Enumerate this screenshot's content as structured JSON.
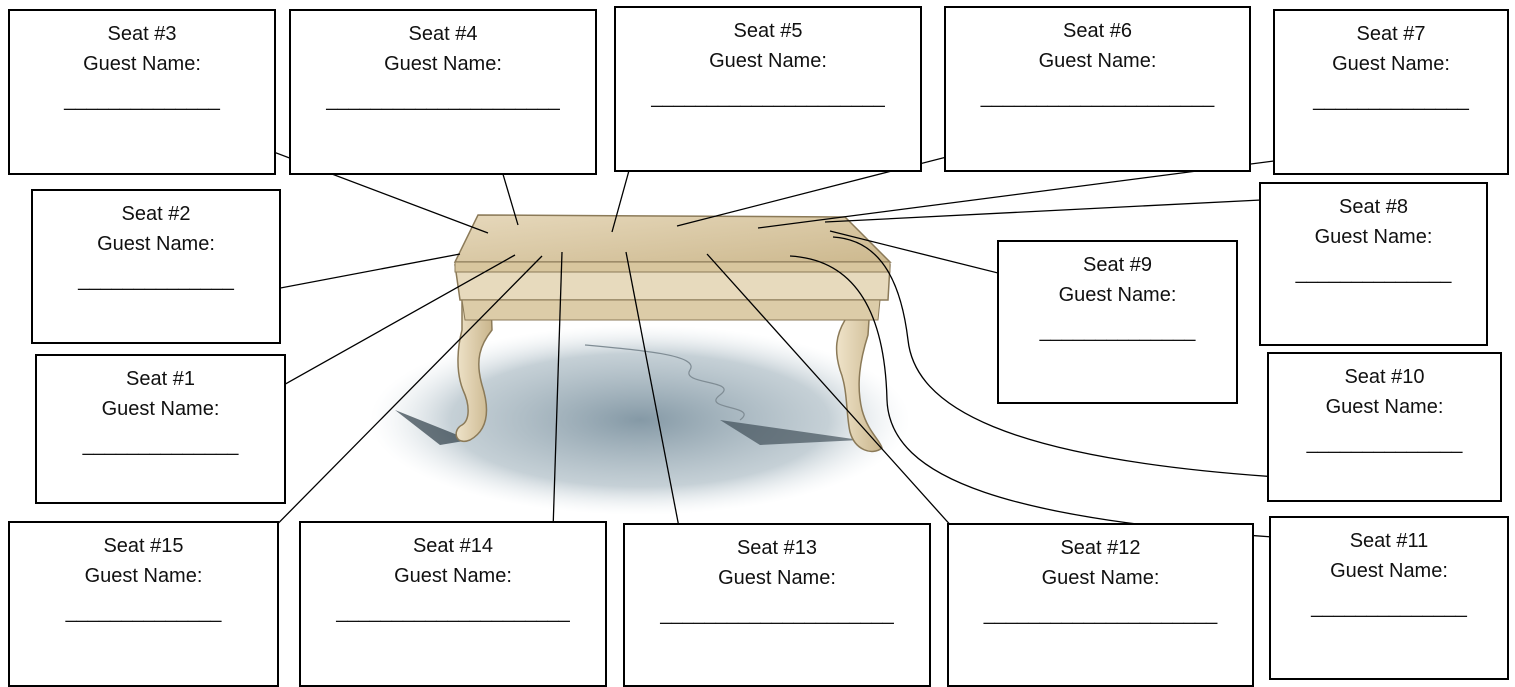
{
  "seats": [
    {
      "title": "Seat #3",
      "label": "Guest Name:",
      "blank": "______________"
    },
    {
      "title": "Seat #4",
      "label": "Guest Name:",
      "blank": "_____________________"
    },
    {
      "title": "Seat #5",
      "label": "Guest Name:",
      "blank": "_____________________"
    },
    {
      "title": "Seat #6",
      "label": "Guest Name:",
      "blank": "_____________________"
    },
    {
      "title": "Seat #7",
      "label": "Guest Name:",
      "blank": "______________"
    },
    {
      "title": "Seat #2",
      "label": "Guest Name:",
      "blank": "______________"
    },
    {
      "title": "Seat #8",
      "label": "Guest Name:",
      "blank": "______________"
    },
    {
      "title": "Seat #9",
      "label": "Guest Name:",
      "blank": "______________"
    },
    {
      "title": "Seat #1",
      "label": "Guest Name:",
      "blank": "______________"
    },
    {
      "title": "Seat #10",
      "label": "Guest Name:",
      "blank": "______________"
    },
    {
      "title": "Seat #15",
      "label": "Guest Name:",
      "blank": "______________"
    },
    {
      "title": "Seat #14",
      "label": "Guest Name:",
      "blank": "_____________________"
    },
    {
      "title": "Seat #13",
      "label": "Guest Name:",
      "blank": "_____________________"
    },
    {
      "title": "Seat #12",
      "label": "Guest Name:",
      "blank": "_____________________"
    },
    {
      "title": "Seat #11",
      "label": "Guest Name:",
      "blank": "______________"
    }
  ]
}
